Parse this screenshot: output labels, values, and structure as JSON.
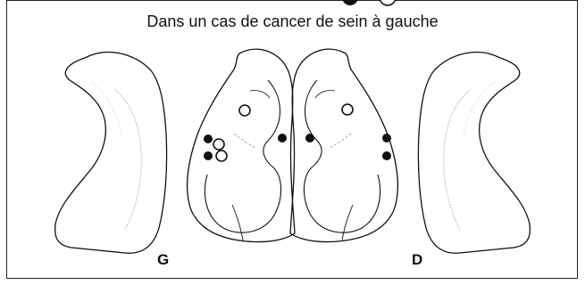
{
  "title": "Dans un cas de cancer de sein à gauche",
  "labels": {
    "left": "G",
    "right": "D"
  },
  "legend_icons": [
    "filled-dot-icon",
    "open-dot-icon"
  ],
  "colors": {
    "ink": "#111111",
    "background": "#ffffff"
  }
}
